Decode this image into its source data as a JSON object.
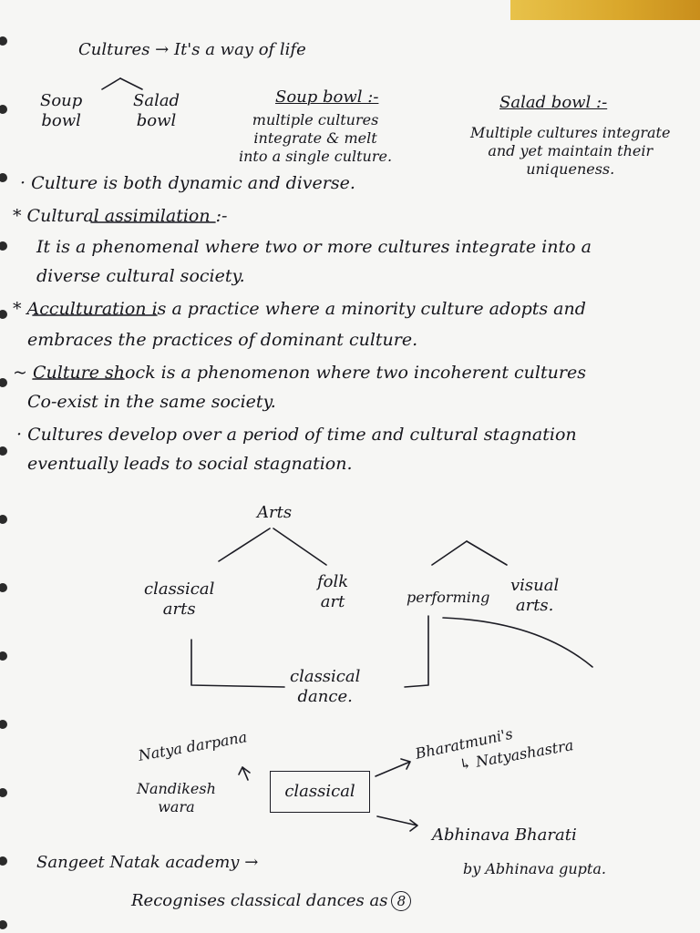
{
  "top": {
    "cultures_line": "Cultures → It's a way of life",
    "soup_bowl": "Soup\nbowl",
    "salad_bowl": "Salad\nbowl",
    "soup_def_title": "Soup bowl :-",
    "soup_def_text": "multiple cultures\nintegrate & melt\ninto a single culture.",
    "salad_def_title": "Salad bowl :-",
    "salad_def_text": "Multiple cultures integrate\nand yet maintain their\nuniqueness."
  },
  "notes": [
    {
      "bullet": "·",
      "text": "Culture is both dynamic and diverse."
    },
    {
      "bullet": "*",
      "text": "Cultural assimilation :-"
    },
    {
      "bullet": "",
      "text": "It is a phenomenal where two or more cultures integrate into a"
    },
    {
      "bullet": "",
      "text": "diverse cultural society."
    },
    {
      "bullet": "*",
      "text": "Acculturation is a practice where a minority culture adopts and"
    },
    {
      "bullet": "",
      "text": "embraces the practices of dominant culture."
    },
    {
      "bullet": "~",
      "text": "Culture shock is a phenomenon where two incoherent cultures"
    },
    {
      "bullet": "",
      "text": "Co-exist in the same society."
    },
    {
      "bullet": "·",
      "text": "Cultures develop over a period of time and cultural stagnation"
    },
    {
      "bullet": "",
      "text": "eventually leads to social stagnation."
    }
  ],
  "arts": {
    "title": "Arts",
    "classical_arts": "classical\narts",
    "folk_art": "folk\nart",
    "performing": "performing",
    "visual_arts": "visual\narts.",
    "classical_dance": "classical\ndance."
  },
  "classical": {
    "box_label": "classical",
    "natya_darpana": "Natya darpana",
    "nandikeshwara": "Nandikesh\nwara",
    "bharatmuni": "Bharatmuni's",
    "natyashastra": "↳ Natyashastra",
    "abhinava_bharati": "Abhinava Bharati",
    "by_abhinava": "by Abhinava gupta."
  },
  "footer": {
    "sangeet": "Sangeet Natak academy →",
    "recognises": "Recognises classical dances as",
    "count": "8"
  }
}
